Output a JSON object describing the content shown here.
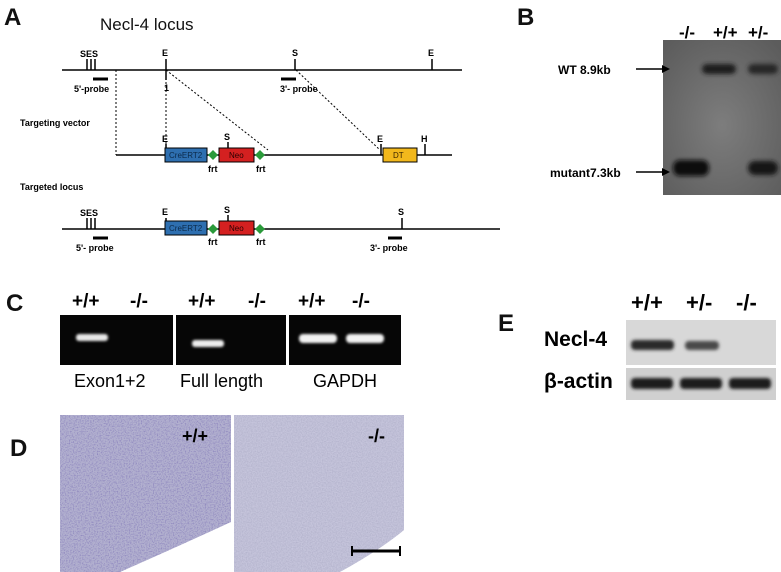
{
  "panels": {
    "a": "A",
    "b": "B",
    "c": "C",
    "d": "D",
    "e": "E"
  },
  "panel_a": {
    "title": "Necl-4 locus",
    "targeting_vector": "Targeting vector",
    "targeted_locus": "Targeted locus",
    "probe5": "5'-probe",
    "probe3": "3'- probe",
    "probe5b": "5'- probe",
    "probe3b": "3'- probe",
    "ses": "SES",
    "e": "E",
    "s": "S",
    "h": "H",
    "one": "1",
    "frt": "frt",
    "creert2": "CreERT2",
    "neo": "Neo",
    "dt": "DT",
    "colors": {
      "creert2": "#2e6fb0",
      "neo": "#d42020",
      "dt": "#f2b81c",
      "frt": "#2a9a3a"
    }
  },
  "panel_b": {
    "lanes": [
      "-/-",
      "+/+",
      "+/-"
    ],
    "wt": "WT 8.9kb",
    "mutant": "mutant7.3kb"
  },
  "panel_c": {
    "lanes": [
      "+/+",
      "-/-",
      "+/+",
      "-/-",
      "+/+",
      "-/-"
    ],
    "captions": [
      "Exon1+2",
      "Full length",
      "GAPDH"
    ]
  },
  "panel_d": {
    "left": "+/+",
    "right": "-/-"
  },
  "panel_e": {
    "lanes": [
      "+/+",
      "+/-",
      "-/-"
    ],
    "rows": [
      "Necl-4",
      "β-actin"
    ]
  }
}
